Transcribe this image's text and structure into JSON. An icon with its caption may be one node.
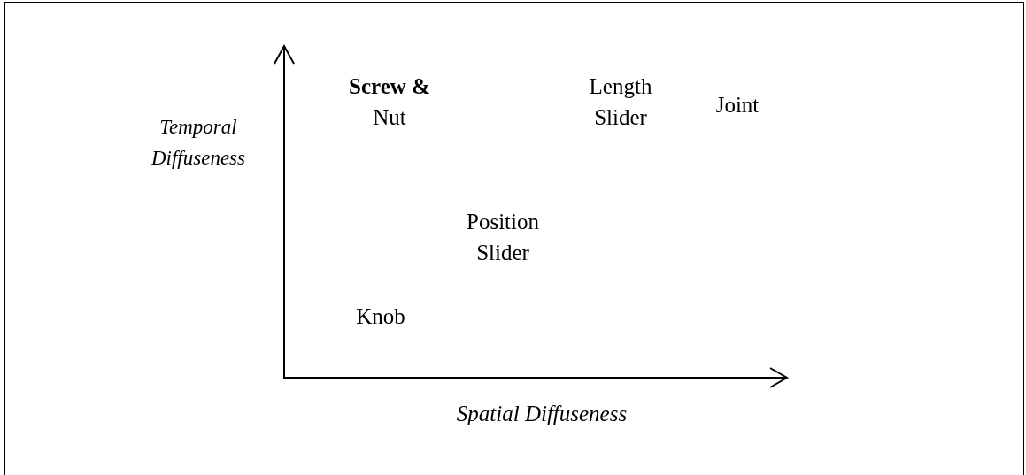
{
  "diagram": {
    "labels": [
      "**Screw &** Nut",
      "Length Slider",
      "Joint",
      "Temporal Diffuseness",
      "Position Slider",
      "Knob",
      "Spatial Diffuseness"
    ]
  }
}
